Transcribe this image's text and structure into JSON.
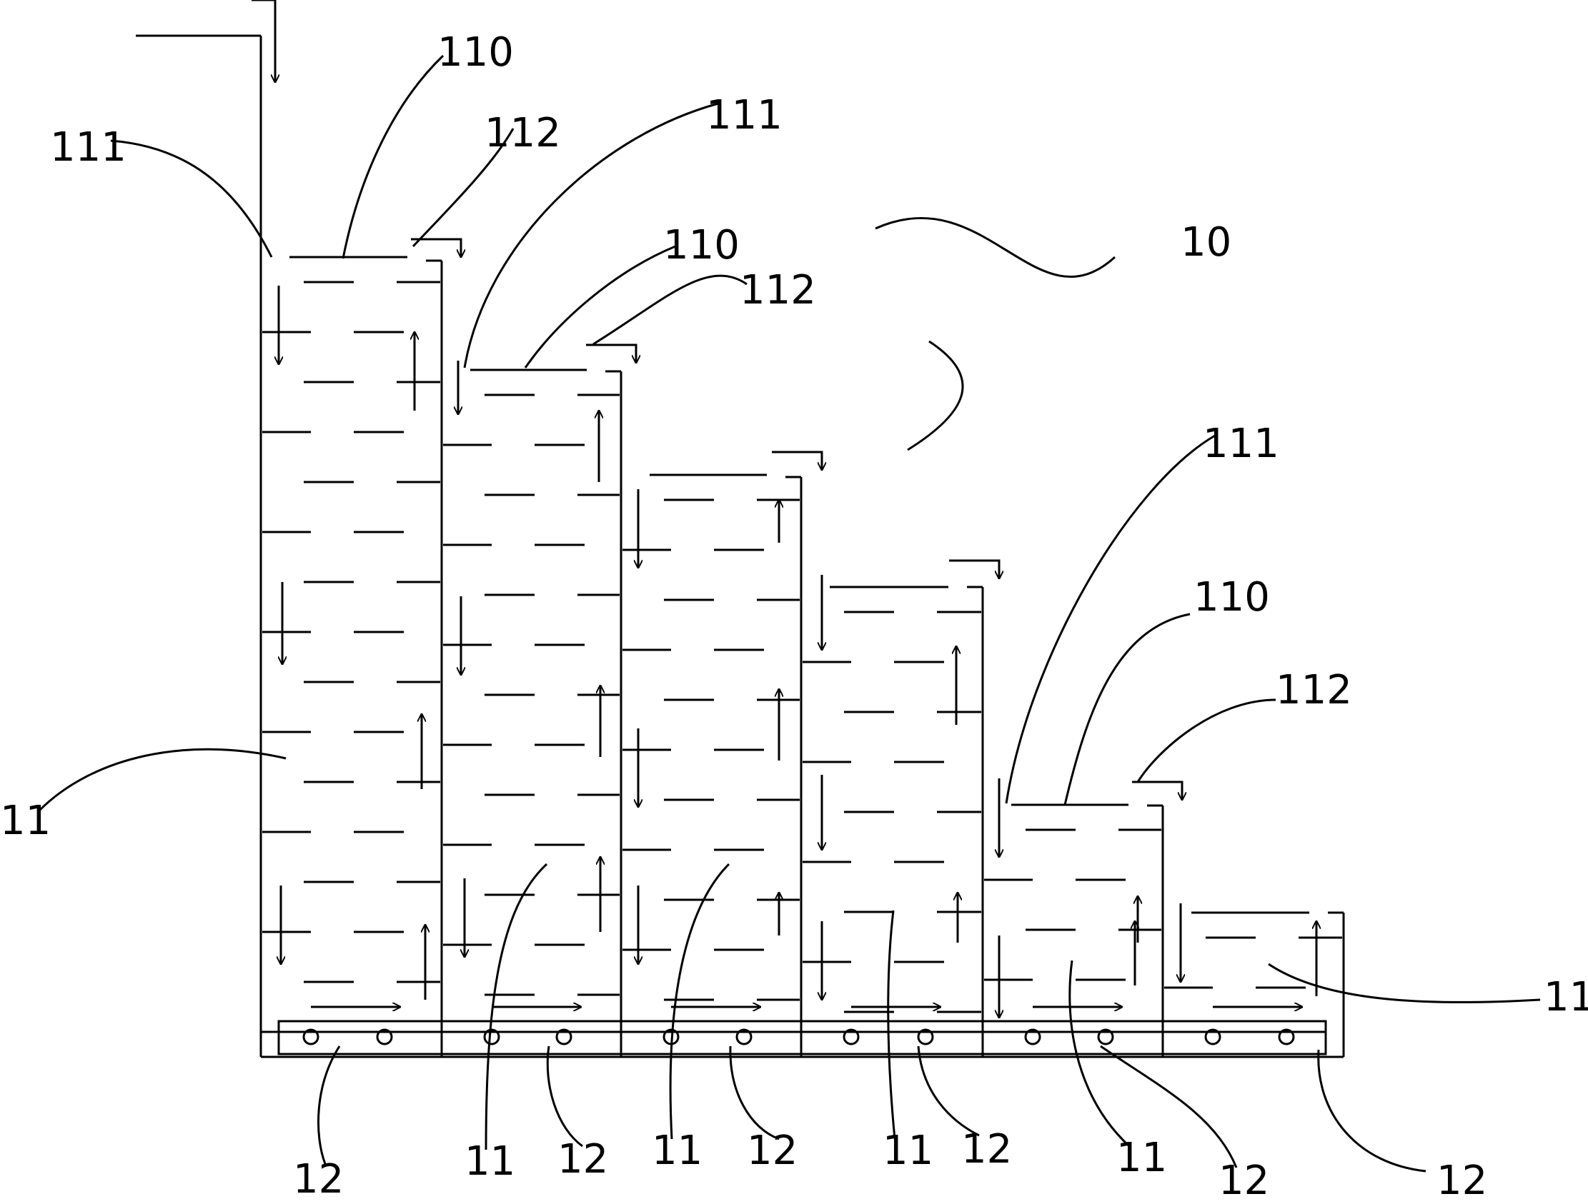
{
  "figure": {
    "ink_color": "#000000",
    "background_color": "#ffffff",
    "labels": {
      "device": "10",
      "tank": "11",
      "aerator": "12",
      "water_surface": "110",
      "inlet": "111",
      "overflow_outlet": "112"
    },
    "tank_count": 6,
    "aerator_count": 6
  }
}
